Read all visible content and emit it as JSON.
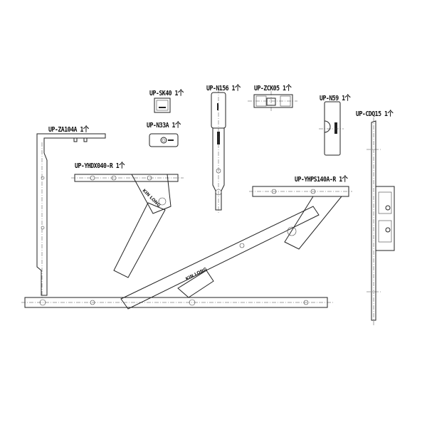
{
  "parts": [
    {
      "id": "sk40",
      "label": "UP-SK40 1个"
    },
    {
      "id": "n156",
      "label": "UP-N156 1个"
    },
    {
      "id": "zck05",
      "label": "UP-ZCK05 1个"
    },
    {
      "id": "n59",
      "label": "UP-N59 1个"
    },
    {
      "id": "cdq15",
      "label": "UP-CDQ15 1个"
    },
    {
      "id": "za104a",
      "label": "UP-ZA104A 1个"
    },
    {
      "id": "n33a",
      "label": "UP-N33A 1个"
    },
    {
      "id": "yhdx040r",
      "label": "UP-YHDX040-R 1个"
    },
    {
      "id": "yhps140ar",
      "label": "UP-YHPS140A-R 1个"
    }
  ],
  "brand_mark": "KIN LONG"
}
